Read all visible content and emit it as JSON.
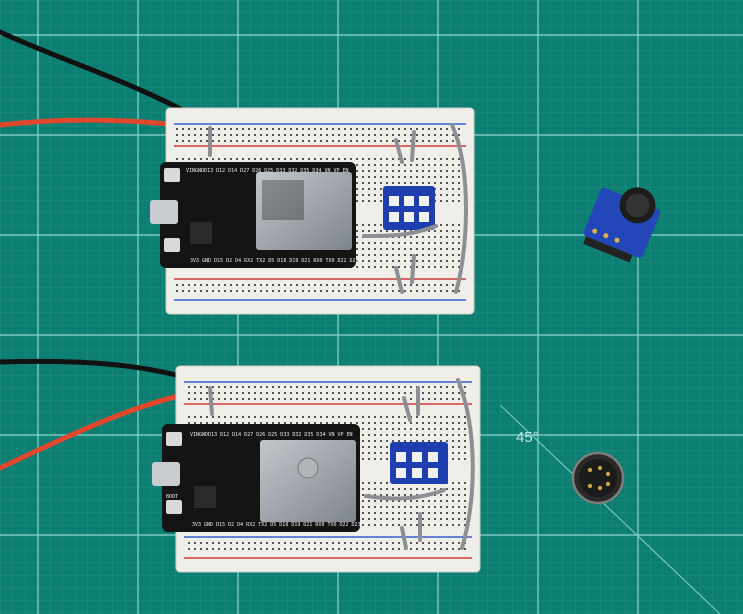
{
  "scene": {
    "description_free": true,
    "colors": {
      "mat": "#0d7f72",
      "mat_line": "#4fb3a7",
      "mat_major_line": "#8fd6cc",
      "breadboard": "#efeee9",
      "rail_red": "#d23a3a",
      "rail_blue": "#3a5bd2",
      "esp_pcb": "#141414",
      "esp_module": "#9aa0a6",
      "level_shifter": "#1f3fb0",
      "mic_pcb": "#2346b8",
      "wire_red": "#e2472b",
      "wire_black": "#111111",
      "jumper_gray": "#8c8f94"
    }
  },
  "mat": {
    "angle_label": "45°"
  },
  "boards": [
    {
      "id": "top",
      "pin_header_top": "VINGNDD13 D12 D14 D27 D26 D25 D33 D32 D35 D34 VN VP EN",
      "pin_header_bottom": "3V3 GND D15 D2 D4 RX2 TX2 D5 D18 D19 D21 RX0 TX0 D22 D23"
    },
    {
      "id": "bottom",
      "pin_header_top": "VINGNDD13 D12 D14 D27 D26 D25 D33 D32 D35 D34 VN VP EN",
      "pin_header_bottom": "3V3 GND D15 D2 D4 RX2 TX2 D5 D18 D19 D21 RX0 TX0 D22 D23",
      "button_label": "BOOT"
    }
  ],
  "icons": {
    "electret_mic": "electret-microphone-module-icon",
    "i2s_mic": "i2s-microphone-icon"
  }
}
